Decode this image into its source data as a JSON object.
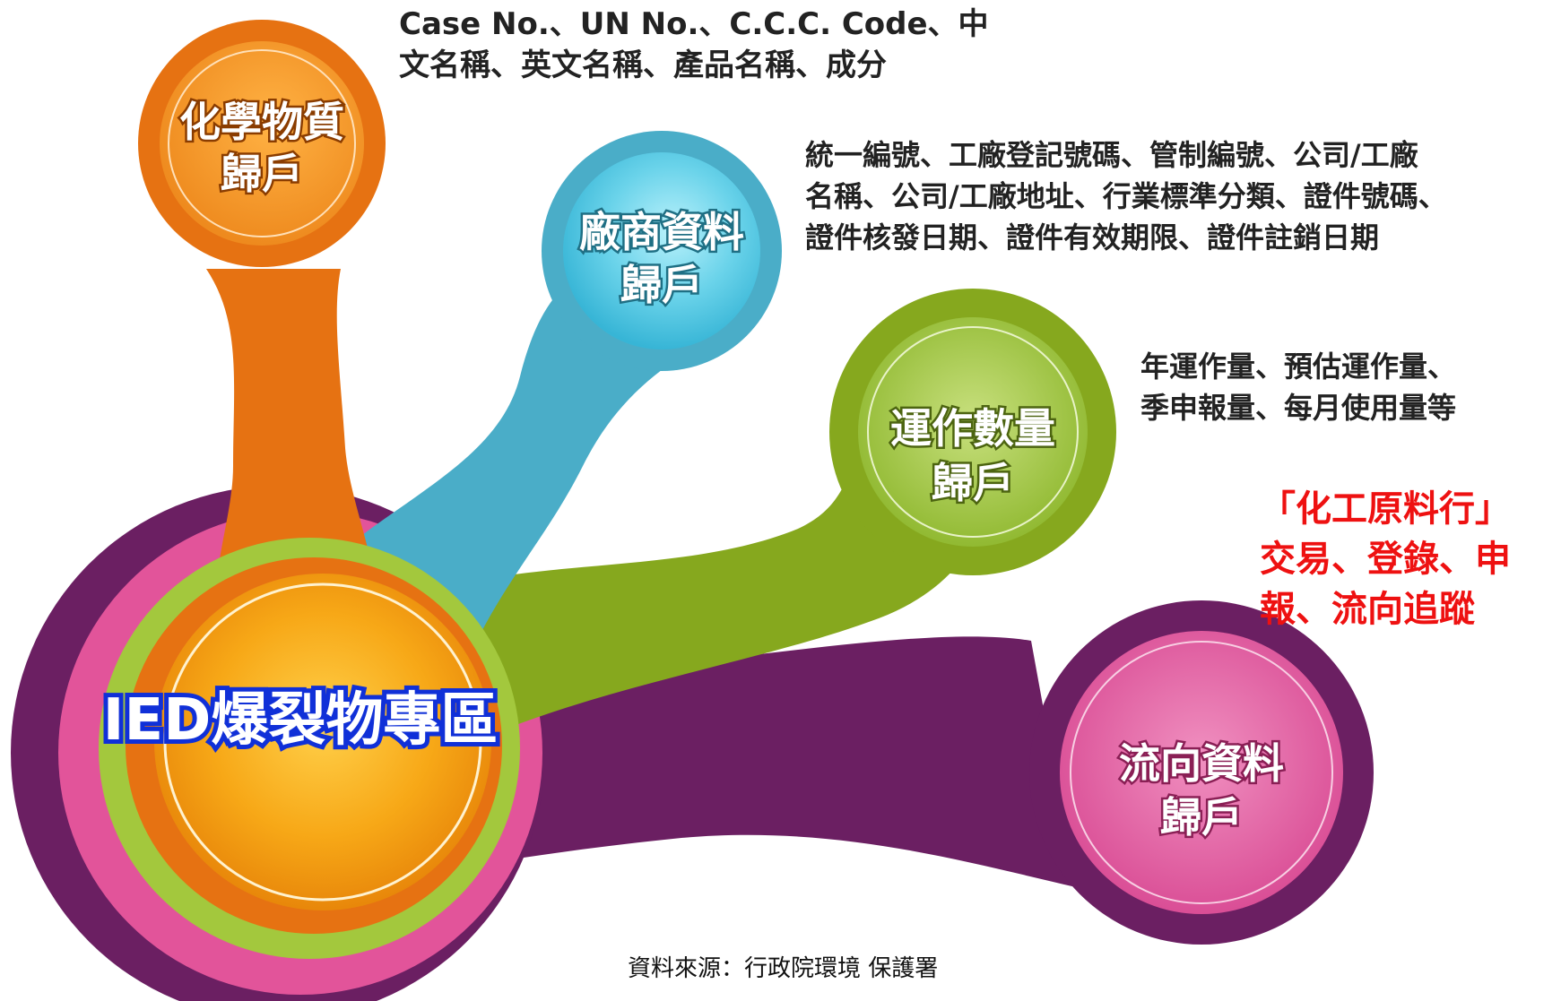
{
  "title": "IED爆裂物專區",
  "colors": {
    "center": "#f39c0e",
    "chemical": "#ee7b14",
    "vendor": "#4dc2dc",
    "quantity": "#8cb62b",
    "flow": "#e0529e",
    "hub_purple": "#6b1f62",
    "pink_ring": "#e2549a",
    "light_green_ring": "#a3c83d",
    "red_note": "#ee1111"
  },
  "nodes": {
    "chemical": {
      "line1": "化學物質",
      "line2": "歸戶"
    },
    "vendor": {
      "line1": "廠商資料",
      "line2": "歸戶"
    },
    "quantity": {
      "line1": "運作數量",
      "line2": "歸戶"
    },
    "flow": {
      "line1": "流向資料",
      "line2": "歸戶"
    }
  },
  "annotations": {
    "chemical": {
      "line1": "Case No.、UN No.、C.C.C. Code、中",
      "line2": "文名稱、英文名稱、產品名稱、成分"
    },
    "vendor": {
      "line1": "統一編號、工廠登記號碼、管制編號、公司/工廠",
      "line2": "名稱、公司/工廠地址、行業標準分類、證件號碼、",
      "line3": "證件核發日期、證件有效期限、證件註銷日期"
    },
    "quantity": {
      "line1": "年運作量、預估運作量、",
      "line2": "季申報量、每月使用量等"
    },
    "red_note": {
      "line1": "「化工原料行」",
      "line2": "交易、登錄、申",
      "line3": "報、流向追蹤"
    }
  },
  "source": "資料來源：行政院環境 保護署"
}
